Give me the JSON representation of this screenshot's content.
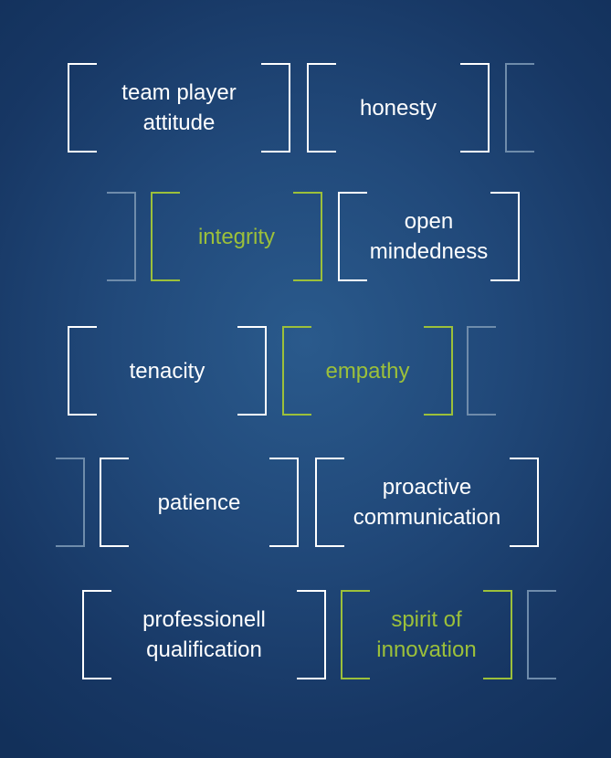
{
  "values": [
    {
      "text": "team player\nattitude",
      "color": "#ffffff"
    },
    {
      "text": "honesty",
      "color": "#ffffff"
    },
    {
      "text": "integrity",
      "color": "#9cc03a"
    },
    {
      "text": "open\nmindedness",
      "color": "#ffffff"
    },
    {
      "text": "tenacity",
      "color": "#ffffff"
    },
    {
      "text": "empathy",
      "color": "#9cc03a"
    },
    {
      "text": "patience",
      "color": "#ffffff"
    },
    {
      "text": "proactive\ncommunication",
      "color": "#ffffff"
    },
    {
      "text": "professionell\nqualification",
      "color": "#ffffff"
    },
    {
      "text": "spirit of\ninnovation",
      "color": "#9cc03a"
    }
  ],
  "colors": {
    "background": "#21497a",
    "accent": "#9cc03a",
    "text": "#ffffff",
    "faded_bracket": "#6f8cab"
  }
}
